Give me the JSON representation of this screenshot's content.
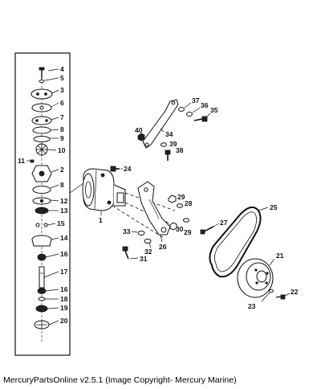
{
  "diagram": {
    "callouts": {
      "c1": "1",
      "c2": "2",
      "c3": "3",
      "c4": "4",
      "c5": "5",
      "c6": "6",
      "c7": "7",
      "c8a": "8",
      "c8b": "8",
      "c9": "9",
      "c10": "10",
      "c11": "11",
      "c12": "12",
      "c13": "13",
      "c14": "14",
      "c15": "15",
      "c16a": "16",
      "c16b": "16",
      "c17": "17",
      "c18": "18",
      "c19": "19",
      "c20": "20",
      "c21": "21",
      "c22": "22",
      "c23": "23",
      "c24": "24",
      "c25": "25",
      "c26": "26",
      "c27": "27",
      "c28": "28",
      "c29a": "29",
      "c29b": "29",
      "c30": "30",
      "c31": "31",
      "c32": "32",
      "c33": "33",
      "c34": "34",
      "c35": "35",
      "c36": "36",
      "c37": "37",
      "c38": "38",
      "c39": "39",
      "c40": "40"
    }
  },
  "footer": {
    "text": "MercuryPartsOnline v2.5.1 (Image Copyright- Mercury Marine)"
  }
}
